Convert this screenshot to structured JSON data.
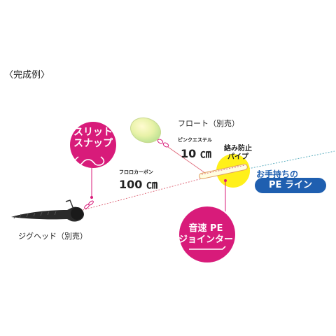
{
  "title": "〈完成例〉",
  "labels": {
    "float": "フロート（別売）",
    "pink_line": "ピンクエステル",
    "pink_line_length": "10 ㎝",
    "fluoro_line": "フロロカーボン",
    "fluoro_line_length": "100 ㎝",
    "anti_tangle_pipe_line1": "絡み防止",
    "anti_tangle_pipe_line2": "パイプ",
    "jig_head": "ジグヘッド（別売）",
    "own_line": "お手持ちの",
    "pe_line_badge": "PE ライン"
  },
  "callouts": {
    "slit_snap_line1": "スリット",
    "slit_snap_line2": "スナップ",
    "joint_line1": "音速 PE",
    "joint_line2": "ジョインター"
  },
  "colors": {
    "magenta": "#d81b7a",
    "badge_blue": "#1f5fb0",
    "float_green": "#d6f0a0",
    "float_yellow": "#f5ee8a",
    "pipe_yellow": "#fff01a",
    "fluoro_line": "#e07080",
    "pe_line": "#5fb0c0",
    "jig_body": "#2a2a2a"
  }
}
